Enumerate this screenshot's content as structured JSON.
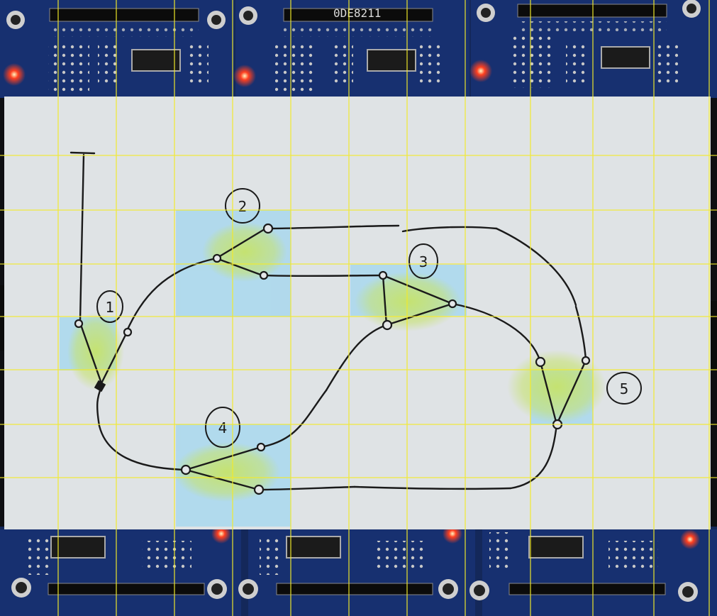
{
  "scene": {
    "description_colors": {
      "board": "#16306a",
      "board_dark": "#0d1c40",
      "paper": "#e6e8ea",
      "ink": "#1a1a1a",
      "highlight_blue": "#a9d8ee",
      "highlight_green": "#c9e06a",
      "grid": "#e8e000",
      "led": "#ff3a1a"
    },
    "top_board_label": "0DE8211",
    "path_labels": [
      "1",
      "2",
      "3",
      "4",
      "5"
    ]
  }
}
